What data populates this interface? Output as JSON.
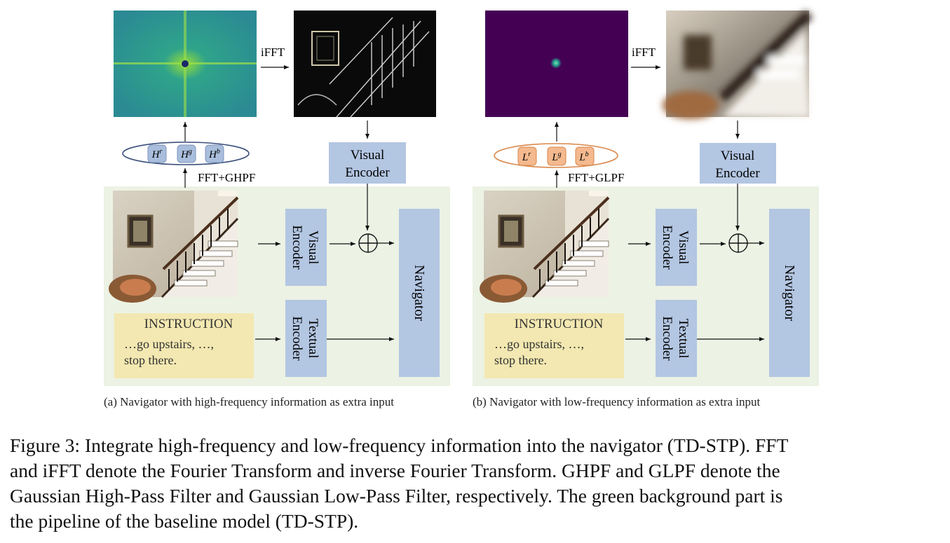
{
  "figure": {
    "panel_a": {
      "transform_label": "iFFT",
      "filter_label": "FFT+GHPF",
      "channels": [
        {
          "base": "H",
          "sup": "r"
        },
        {
          "base": "H",
          "sup": "g"
        },
        {
          "base": "H",
          "sup": "b"
        }
      ],
      "top_encoder": [
        "Visual",
        "Encoder"
      ],
      "visual_encoder": [
        "Visual",
        "Encoder"
      ],
      "textual_encoder": [
        "Textual",
        "Encoder"
      ],
      "navigator": "Navigator",
      "instruction": {
        "title": "INSTRUCTION",
        "line1": "…go upstairs, …,",
        "line2": "stop there."
      },
      "subcaption": "(a) Navigator with high-frequency information as extra input",
      "colors": {
        "ellipse_stroke": "#3a4f7a",
        "chip_fill": "#a9bedc",
        "chip_stroke": "#7d94bd"
      }
    },
    "panel_b": {
      "transform_label": "iFFT",
      "filter_label": "FFT+GLPF",
      "channels": [
        {
          "base": "L",
          "sup": "r"
        },
        {
          "base": "L",
          "sup": "g"
        },
        {
          "base": "L",
          "sup": "b"
        }
      ],
      "top_encoder": [
        "Visual",
        "Encoder"
      ],
      "visual_encoder": [
        "Visual",
        "Encoder"
      ],
      "textual_encoder": [
        "Textual",
        "Encoder"
      ],
      "navigator": "Navigator",
      "instruction": {
        "title": "INSTRUCTION",
        "line1": "…go upstairs, …,",
        "line2": "stop there."
      },
      "subcaption": "(b) Navigator with low-frequency information as extra input",
      "colors": {
        "ellipse_stroke": "#d9874a",
        "chip_fill": "#f4b98e",
        "chip_stroke": "#d9874a"
      }
    },
    "colors": {
      "baseline_background": "#ecf2e4",
      "encoder_fill": "#b3c6e2",
      "instruction_fill": "#f3e8b1"
    }
  },
  "caption": {
    "line1": "Figure 3: Integrate high-frequency and low-frequency information into the navigator (TD-STP). FFT",
    "line2": "and iFFT denote the Fourier Transform and inverse Fourier Transform. GHPF and GLPF denote the",
    "line3": "Gaussian High-Pass Filter and Gaussian Low-Pass Filter, respectively. The green background part is",
    "line4": "the pipeline of the baseline model (TD-STP)."
  }
}
